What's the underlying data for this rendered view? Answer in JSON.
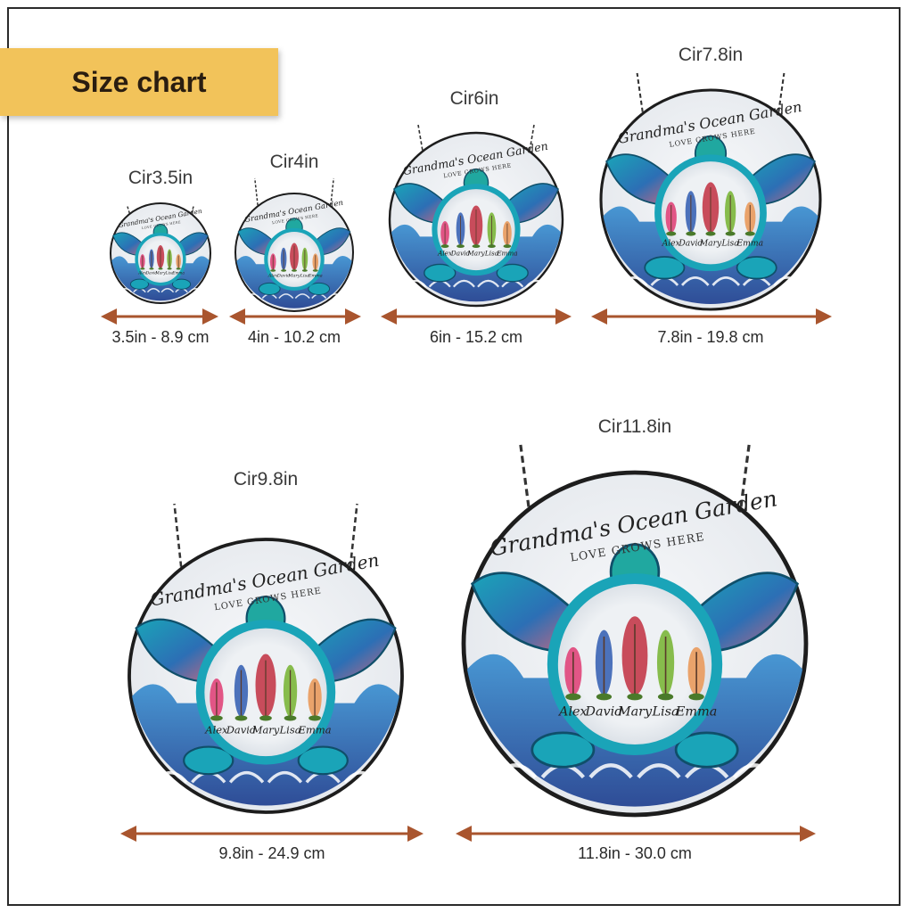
{
  "header": {
    "title": "Size chart"
  },
  "sizes": [
    {
      "name": "Cir3.5in",
      "measure": "3.5in - 8.9 cm"
    },
    {
      "name": "Cir4in",
      "measure": "4in - 10.2 cm"
    },
    {
      "name": "Cir6in",
      "measure": "6in - 15.2 cm"
    },
    {
      "name": "Cir7.8in",
      "measure": "7.8in - 19.8 cm"
    },
    {
      "name": "Cir9.8in",
      "measure": "9.8in - 24.9 cm"
    },
    {
      "name": "Cir11.8in",
      "measure": "11.8in - 30.0 cm"
    }
  ],
  "product": {
    "title": "Grandma's Ocean Garden",
    "subtitle": "LOVE GROWS HERE",
    "names": [
      "Alex",
      "David",
      "Mary",
      "Lisa",
      "Emma"
    ]
  },
  "colors": {
    "banner": "#f2c35a",
    "arrow": "#a9552e",
    "frame": "#2a2a2a"
  }
}
